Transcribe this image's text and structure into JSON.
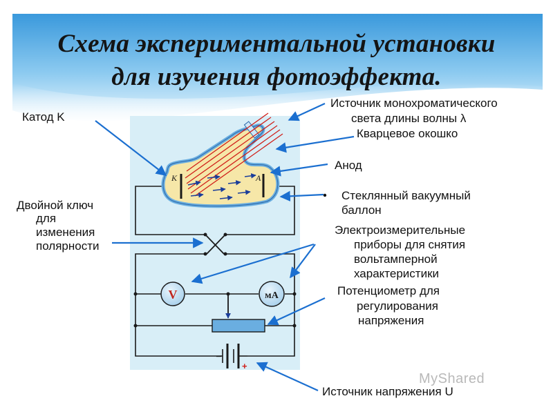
{
  "title": {
    "line1": "Схема экспериментальной установки",
    "line2": "для изучения фотоэффекта."
  },
  "labels": {
    "cathode": "Катод K",
    "light_source_line1": "Источник монохроматического",
    "light_source_line2": "света длины волны λ",
    "quartz_window": "Кварцевое окошко",
    "anode": "Анод",
    "glass_bulb_line1": "Стеклянный вакуумный",
    "glass_bulb_line2": "баллон",
    "double_key_line1": "Двойной ключ",
    "double_key_line2": "для",
    "double_key_line3": "изменения",
    "double_key_line4": "полярности",
    "instruments_line1": "Электроизмерительные",
    "instruments_line2": "приборы для снятия",
    "instruments_line3": "вольтамперной",
    "instruments_line4": "характеристики",
    "potentiometer_line1": "Потенциометр для",
    "potentiometer_line2": "регулирования",
    "potentiometer_line3": "напряжения",
    "voltage_source": "Источник напряжения U"
  },
  "diagram": {
    "electrode_k": "K",
    "electrode_a": "A",
    "voltmeter": "V",
    "milliammeter": "мА",
    "minus_sign": "–",
    "plus_sign": "+"
  },
  "colors": {
    "sky_top": "#2f8fd6",
    "sky_light": "#cfe9f8",
    "diagram_bg": "#d8eef7",
    "arrow": "#1b6fd0",
    "beam": "#d0201a",
    "bulb_fill": "#f6e7a8",
    "potentiometer": "#6aaee0",
    "meter_fill": "#b9dbf0"
  },
  "watermark": "MyShared"
}
